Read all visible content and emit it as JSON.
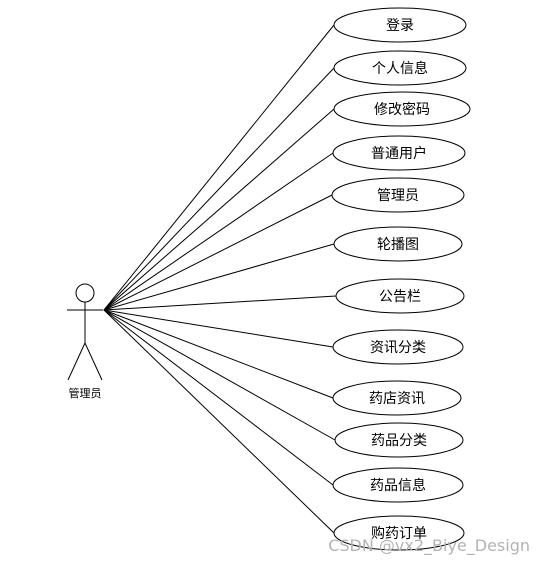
{
  "actor": {
    "label": "管理员"
  },
  "use_cases": [
    {
      "label": "登录"
    },
    {
      "label": "个人信息"
    },
    {
      "label": "修改密码"
    },
    {
      "label": "普通用户"
    },
    {
      "label": "管理员"
    },
    {
      "label": "轮播图"
    },
    {
      "label": "公告栏"
    },
    {
      "label": "资讯分类"
    },
    {
      "label": "药店资讯"
    },
    {
      "label": "药品分类"
    },
    {
      "label": "药品信息"
    },
    {
      "label": "购药订单"
    }
  ],
  "watermark": "CSDN @vx2_Biye_Design",
  "colors": {
    "stroke": "#000000",
    "background": "#ffffff",
    "watermark": "#b3b3b3"
  }
}
